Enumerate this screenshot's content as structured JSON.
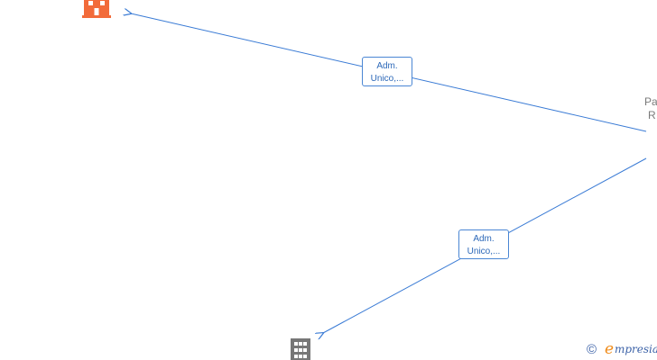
{
  "diagram": {
    "edges": [
      {
        "label_line1": "Adm.",
        "label_line2": "Unico,..."
      },
      {
        "label_line1": "Adm.",
        "label_line2": "Unico,..."
      }
    ],
    "nodes": {
      "company_top": {
        "icon": "building-icon",
        "color": "#f26b3a"
      },
      "company_bottom": {
        "icon": "building-icon",
        "color": "#777777"
      },
      "person": {
        "label_line1": "Pa",
        "label_line2": "R"
      }
    },
    "edge_color": "#3a7bd5"
  },
  "footer": {
    "copyright_symbol": "©",
    "brand_initial": "e",
    "brand_rest": "mpresia"
  }
}
